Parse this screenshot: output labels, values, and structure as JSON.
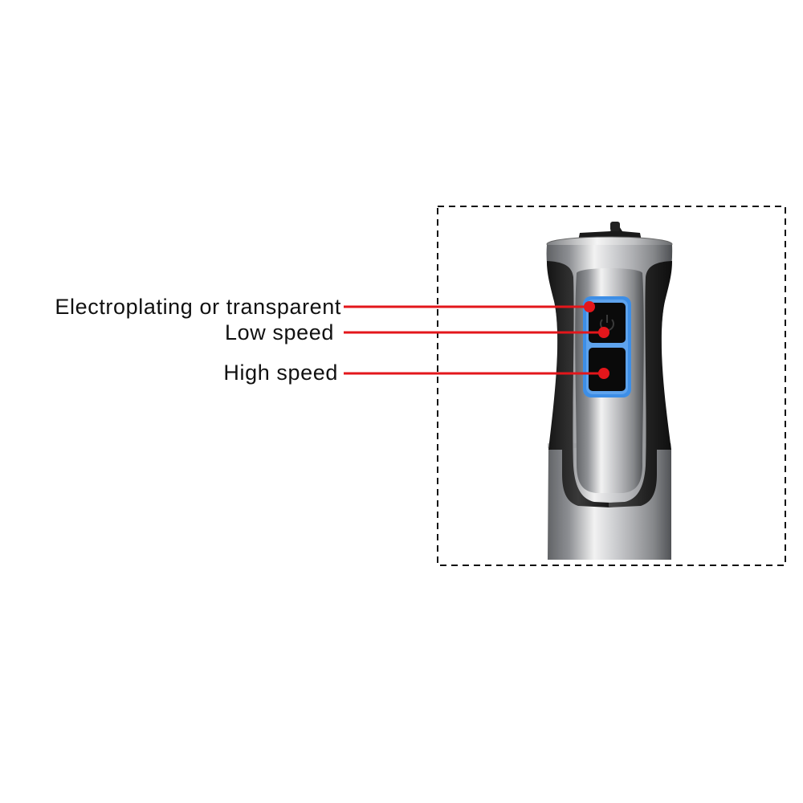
{
  "callouts": [
    {
      "id": "electroplating",
      "label": "Electroplating or transparent"
    },
    {
      "id": "low_speed",
      "label": "Low speed"
    },
    {
      "id": "high_speed",
      "label": "High speed"
    }
  ],
  "colors": {
    "leader_line": "#e3161b",
    "button_ring": "#3d8ee6",
    "button_face": "#0a0a0a",
    "grip": "#2a2a2a",
    "steel_dark": "#6d6f72",
    "steel_light": "#eeeeee",
    "frame": "#111111"
  },
  "icons": {
    "low_speed_button": "power-icon",
    "high_speed_button": "dot-button-icon"
  }
}
